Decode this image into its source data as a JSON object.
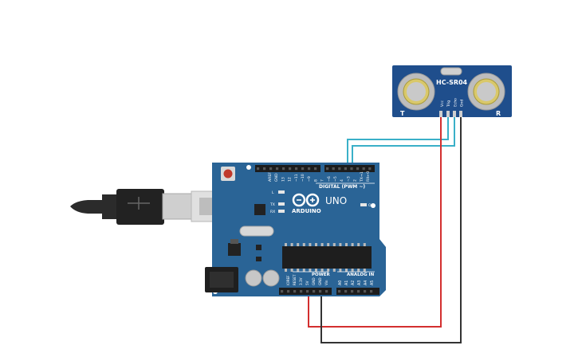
{
  "sensor": {
    "model": "HC-SR04",
    "t_mark": "T",
    "r_mark": "R",
    "pins": [
      "Vcc",
      "Trig",
      "Echo",
      "Gnd"
    ]
  },
  "board": {
    "brand": "ARDUINO",
    "model": "UNO",
    "digital_label": "DIGITAL (PWM ~)",
    "power_label": "POWER",
    "analog_label": "ANALOG IN",
    "led_l": "L",
    "led_tx": "TX",
    "led_rx": "RX",
    "led_on": "ON",
    "digital_pins": [
      "AREF",
      "GND",
      "13",
      "12",
      "~11",
      "~10",
      "~9",
      "8",
      "7",
      "~6",
      "~5",
      "4",
      "~3",
      "2",
      "TX→1",
      "RX←0"
    ],
    "power_pins": [
      "IOREF",
      "RESET",
      "3.3V",
      "5V",
      "GND",
      "GND",
      "Vin"
    ],
    "analog_pins": [
      "A0",
      "A1",
      "A2",
      "A3",
      "A4",
      "A5"
    ]
  },
  "colors": {
    "board": "#2a6496",
    "board_dark": "#1d4f7c",
    "sensor": "#1f4e8c",
    "wire_red": "#d32f2f",
    "wire_black": "#333333",
    "wire_teal": "#3ab0c8",
    "cable": "#2b2b2b"
  }
}
